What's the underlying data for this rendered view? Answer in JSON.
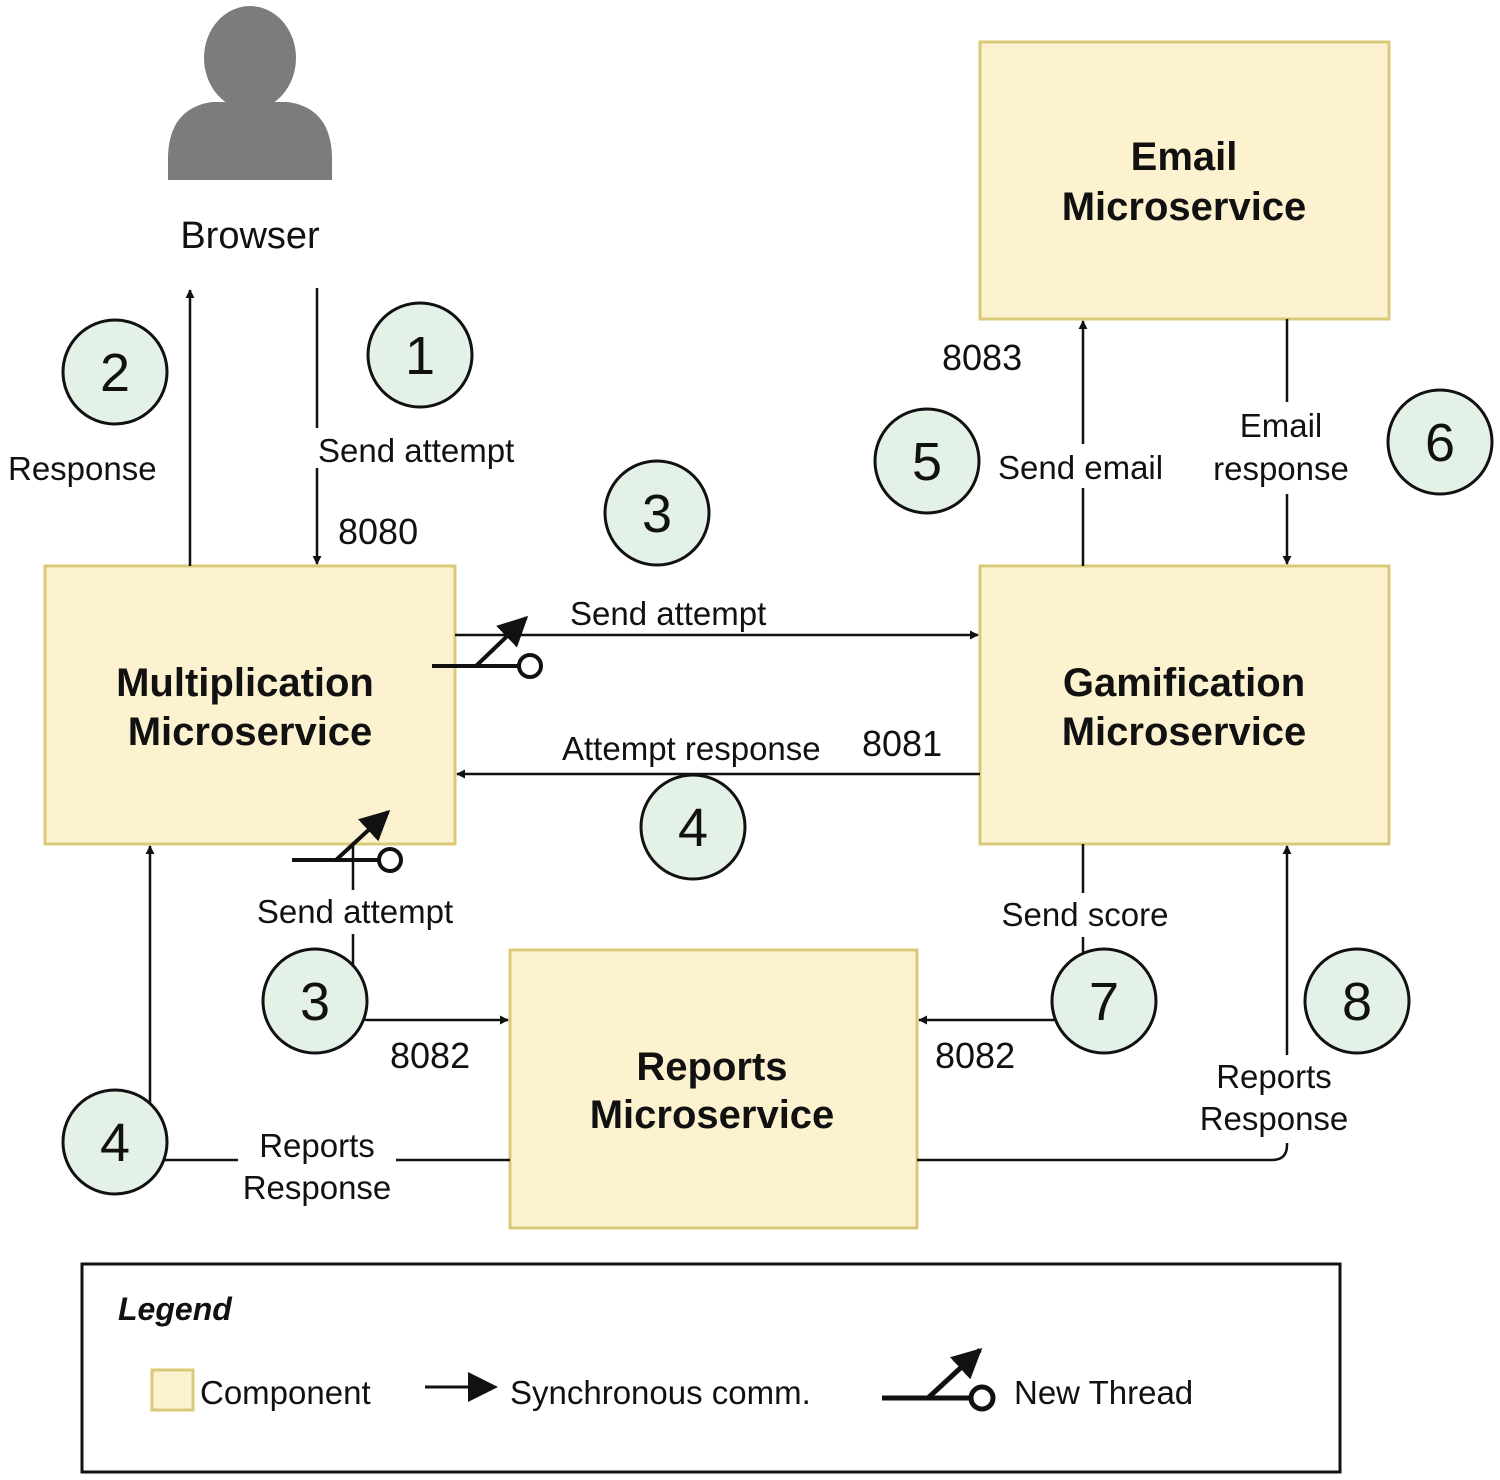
{
  "colors": {
    "component_fill": "#fcf2cf",
    "component_stroke": "#dbc97a",
    "step_fill": "#e3f1e7",
    "line": "#111111",
    "user_icon": "#7c7c7c"
  },
  "actor": {
    "label": "Browser",
    "icon": "user-icon"
  },
  "components": {
    "email": [
      "Email",
      "Microservice"
    ],
    "multiplication": [
      "Multiplication",
      "Microservice"
    ],
    "gamification": [
      "Gamification",
      "Microservice"
    ],
    "reports": [
      "Reports",
      "Microservice"
    ]
  },
  "ports": {
    "multiplication": "8080",
    "gamification": "8081",
    "reports_left": "8082",
    "reports_right": "8082",
    "email": "8083"
  },
  "edge_labels": {
    "response": "Response",
    "send_attempt_browser": "Send attempt",
    "send_attempt_gamification": "Send attempt",
    "attempt_response": "Attempt response",
    "send_attempt_reports": "Send attempt",
    "send_email": "Send email",
    "email_response": [
      "Email",
      "response"
    ],
    "send_score": "Send score",
    "reports_response_left": [
      "Reports",
      "Response"
    ],
    "reports_response_right": [
      "Reports",
      "Response"
    ]
  },
  "steps": {
    "s1": "1",
    "s2": "2",
    "s3a": "3",
    "s3b": "3",
    "s4a": "4",
    "s4b": "4",
    "s5": "5",
    "s6": "6",
    "s7": "7",
    "s8": "8"
  },
  "legend": {
    "title": "Legend",
    "component": "Component",
    "sync": "Synchronous comm.",
    "thread": "New Thread"
  }
}
